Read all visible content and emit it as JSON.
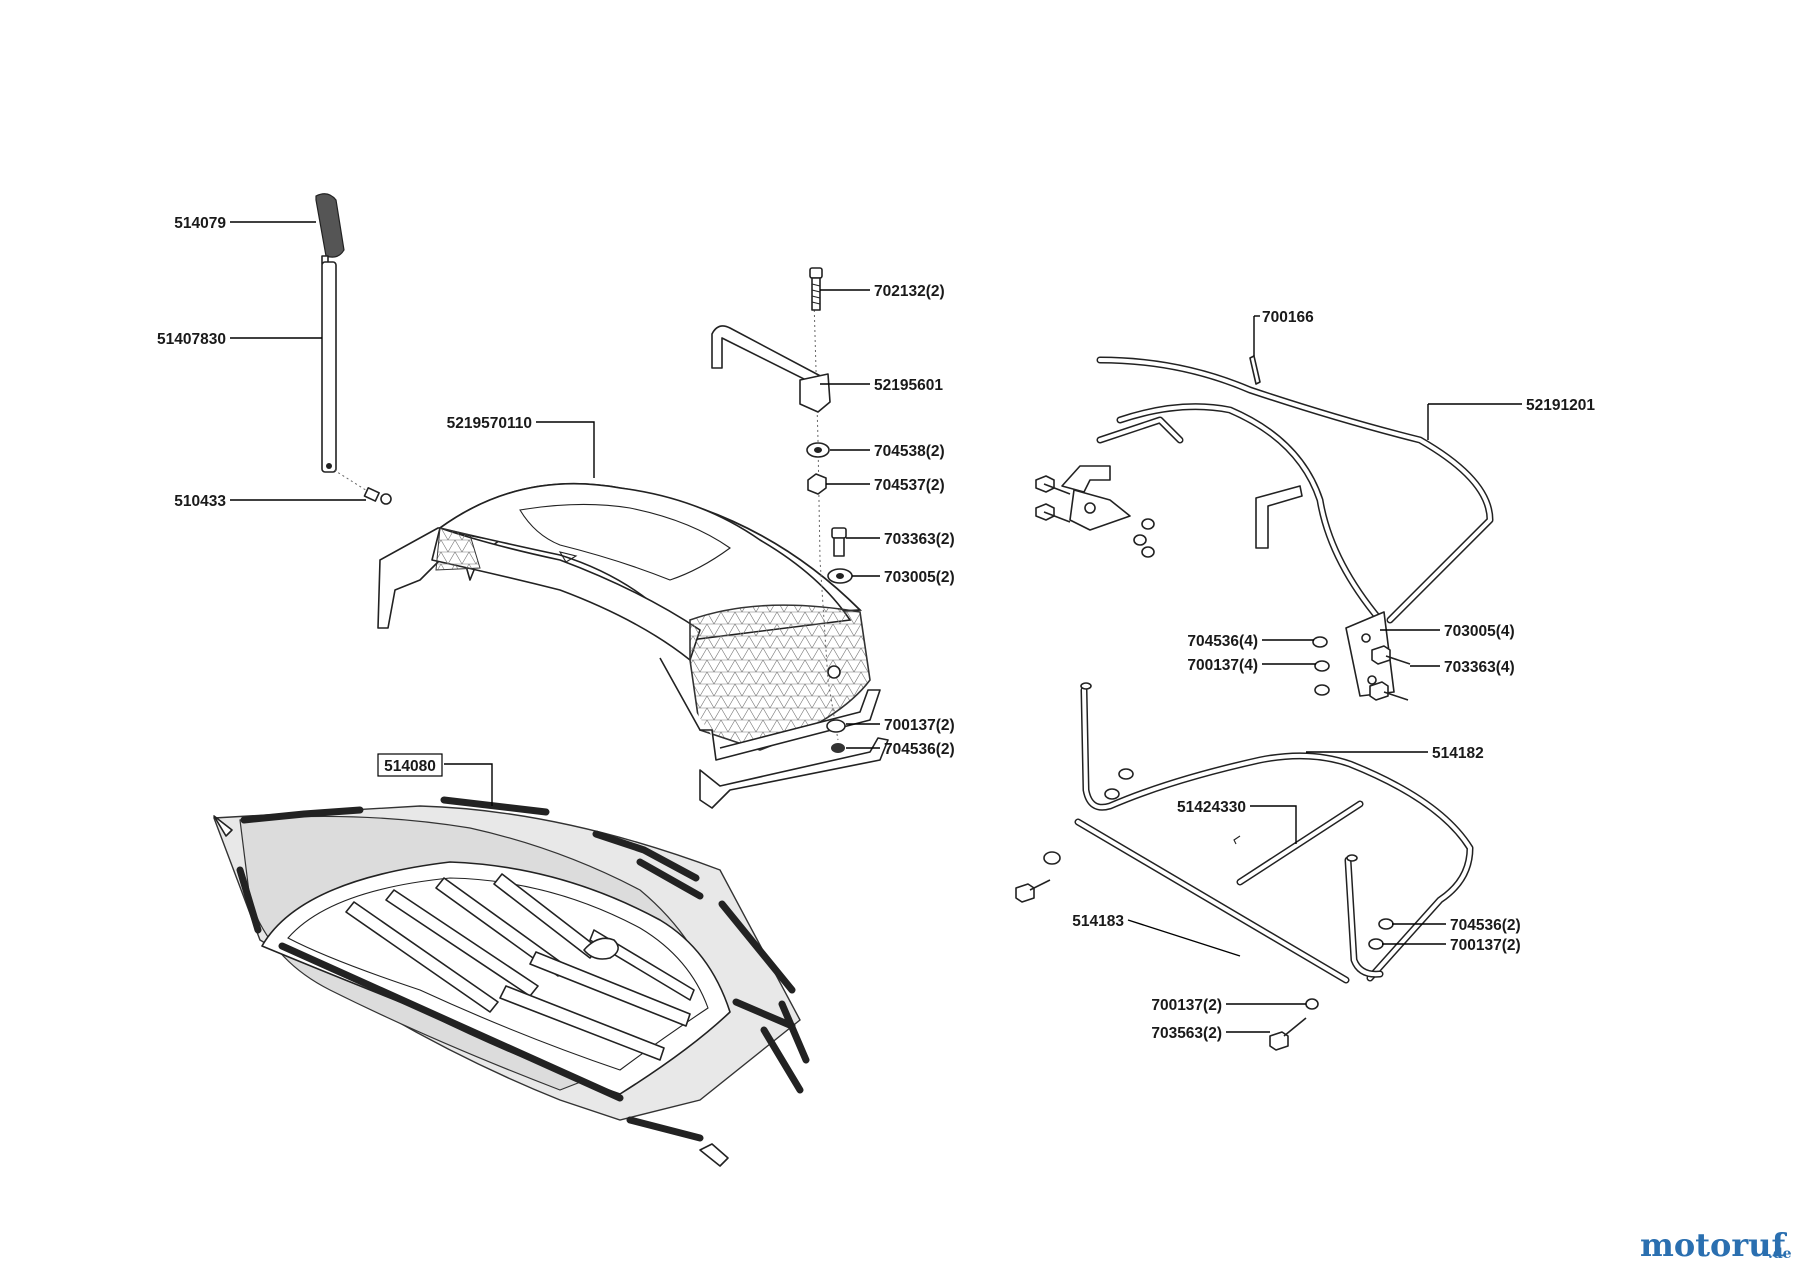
{
  "labels": {
    "p514079": "514079",
    "p51407830": "51407830",
    "p510433": "510433",
    "p5219570110": "5219570110",
    "p702132": "702132(2)",
    "p52195601": "52195601",
    "p704538": "704538(2)",
    "p704537": "704537(2)",
    "p703363": "703363(2)",
    "p703005": "703005(2)",
    "p700137": "700137(2)",
    "p704536": "704536(2)",
    "p514080": "514080",
    "p700166": "700166",
    "p52191201": "52191201",
    "p704536_4": "704536(4)",
    "p700137_4": "700137(4)",
    "p703005_4": "703005(4)",
    "p703363_4": "703363(4)",
    "p514182": "514182",
    "p51424330": "51424330",
    "p514183": "514183",
    "p704536_r": "704536(2)",
    "p700137_r": "700137(2)",
    "p700137_b": "700137(2)",
    "p703563": "703563(2)"
  },
  "watermark": {
    "brand": "motoruf",
    "suffix": ".de",
    "brand_color": "#2a6fb0",
    "accent_color": "#e0a020"
  }
}
